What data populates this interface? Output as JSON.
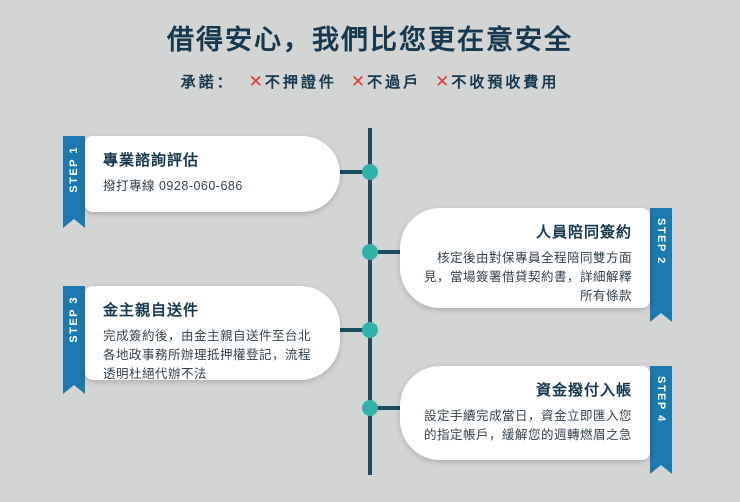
{
  "header": {
    "title": "借得安心，我們比您更在意安全",
    "promise_label": "承諾：",
    "promises": [
      "不押證件",
      "不過戶",
      "不收預收費用"
    ],
    "x_icon": "✕"
  },
  "steps": [
    {
      "tag": "STEP 1",
      "title": "專業諮詢評估",
      "body": "撥打專線 0928-060-686",
      "side": "left"
    },
    {
      "tag": "STEP 2",
      "title": "人員陪同簽約",
      "body": "核定後由對保專員全程陪同雙方面見，當場簽署借貸契約書，詳細解釋所有條款",
      "side": "right"
    },
    {
      "tag": "STEP 3",
      "title": "金主親自送件",
      "body": "完成簽約後，由金主親自送件至台北各地政事務所辦理抵押權登記，流程透明杜絕代辦不法",
      "side": "left"
    },
    {
      "tag": "STEP 4",
      "title": "資金撥付入帳",
      "body": "設定手續完成當日，資金立即匯入您的指定帳戶，緩解您的週轉燃眉之急",
      "side": "right"
    }
  ],
  "colors": {
    "background": "#d3d4d4",
    "navy_text": "#17384e",
    "ribbon_blue": "#1b79ae",
    "timeline_dark": "#1e4d60",
    "node_teal": "#2fb3a8",
    "x_red": "#e23a3a",
    "card_white": "#ffffff"
  }
}
